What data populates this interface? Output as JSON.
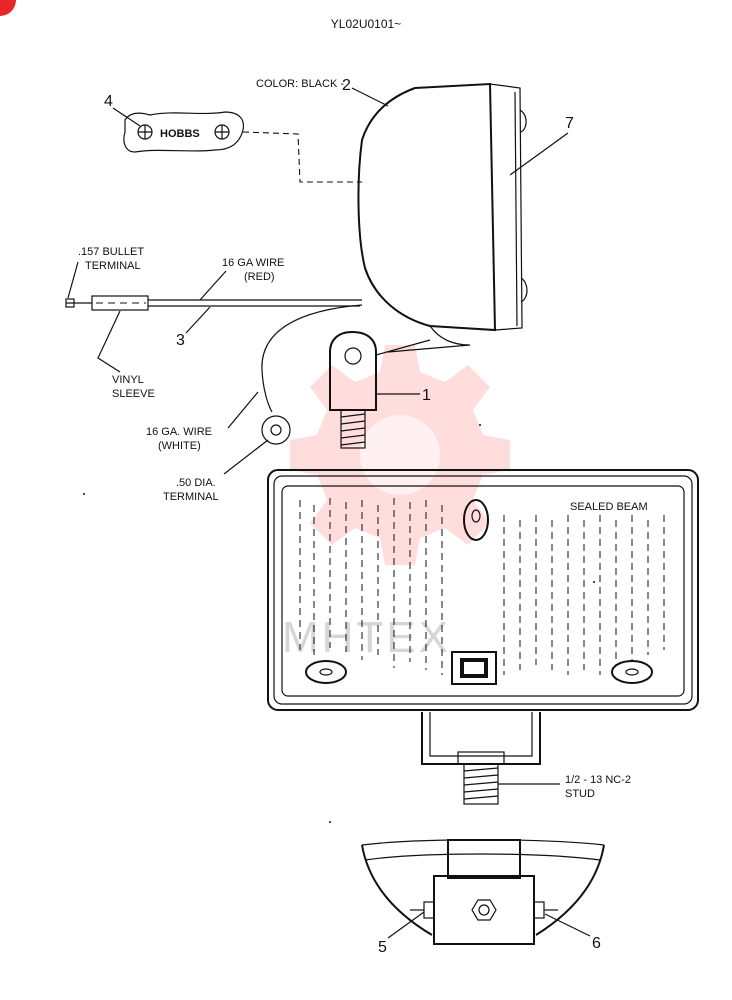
{
  "header": {
    "code": "YL02U0101~"
  },
  "callouts": {
    "p1": "1",
    "p2": "2",
    "p3": "3",
    "p4": "4",
    "p5": "5",
    "p6": "6",
    "p7": "7"
  },
  "labels": {
    "color": "COLOR: BLACK -",
    "hobbs": "HOBBS",
    "bullet_line1": ".157 BULLET",
    "bullet_line2": "TERMINAL",
    "red_wire_line1": "16 GA  WIRE",
    "red_wire_line2": "(RED)",
    "vinyl_line1": "VINYL",
    "vinyl_line2": "SLEEVE",
    "white_wire_line1": "16 GA. WIRE",
    "white_wire_line2": "(WHITE)",
    "terminal_line1": ".50 DIA.",
    "terminal_line2": "TERMINAL",
    "sealed_beam": "SEALED  BEAM",
    "stud_line1": "1/2 - 13 NC-2",
    "stud_line2": "STUD"
  },
  "watermark": {
    "text": "MHTEX",
    "color": "#ff2a2a"
  }
}
